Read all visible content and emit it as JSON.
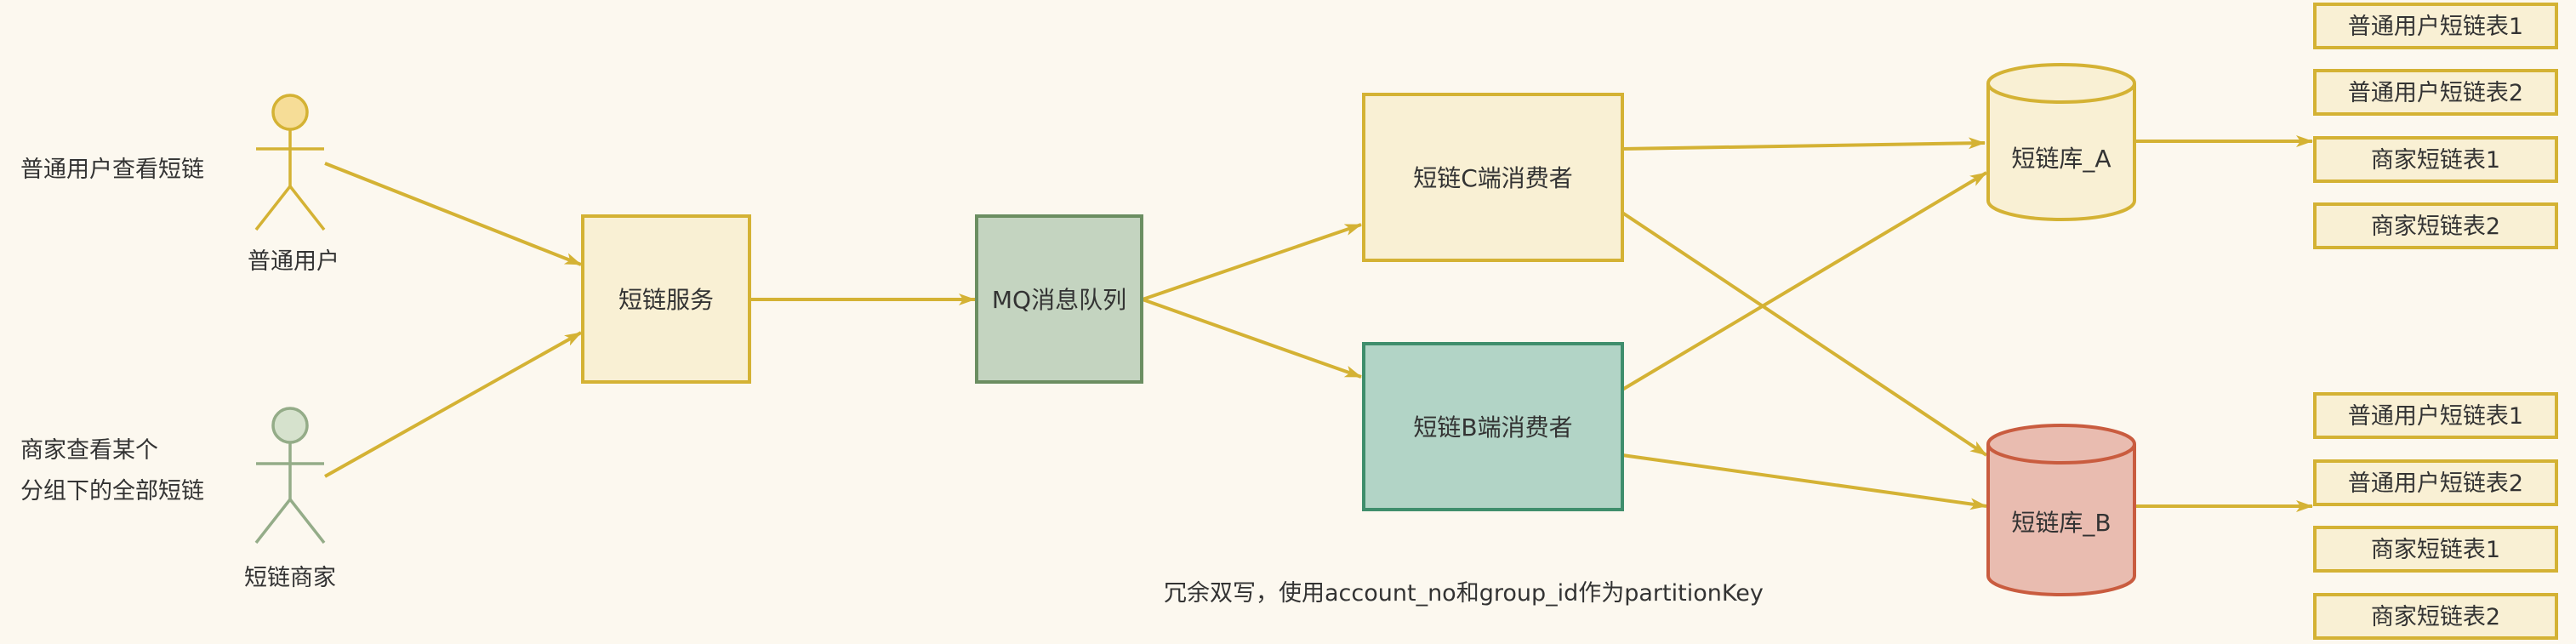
{
  "colors": {
    "background": "#fcf8ef",
    "edge": "#d4b234",
    "yellow_fill": "#f9f0d4",
    "yellow_stroke": "#d4b234",
    "mq_fill": "#c4d4c0",
    "mq_stroke": "#6b8e61",
    "b_consumer_fill": "#b2d4c6",
    "b_consumer_stroke": "#3f8e6c",
    "db_b_fill": "#e9bcb0",
    "db_b_stroke": "#c95c3f",
    "actor_user_fill": "#f6dd97",
    "actor_user_stroke": "#d4b234",
    "actor_merchant_fill": "#d6e2cd",
    "actor_merchant_stroke": "#94ac88",
    "text": "#333333"
  },
  "notes": {
    "user_action": "普通用户查看短链",
    "merchant_action_line1": "商家查看某个",
    "merchant_action_line2": "分组下的全部短链",
    "redundant_write": "冗余双写，使用account_no和group_id作为partitionKey"
  },
  "actors": {
    "user": "普通用户",
    "merchant": "短链商家"
  },
  "nodes": {
    "short_link_service": "短链服务",
    "mq": "MQ消息队列",
    "c_consumer": "短链C端消费者",
    "b_consumer": "短链B端消费者",
    "db_a": "短链库_A",
    "db_b": "短链库_B"
  },
  "tables_a": [
    "普通用户短链表1",
    "普通用户短链表2",
    "商家短链表1",
    "商家短链表2"
  ],
  "tables_b": [
    "普通用户短链表1",
    "普通用户短链表2",
    "商家短链表1",
    "商家短链表2"
  ]
}
